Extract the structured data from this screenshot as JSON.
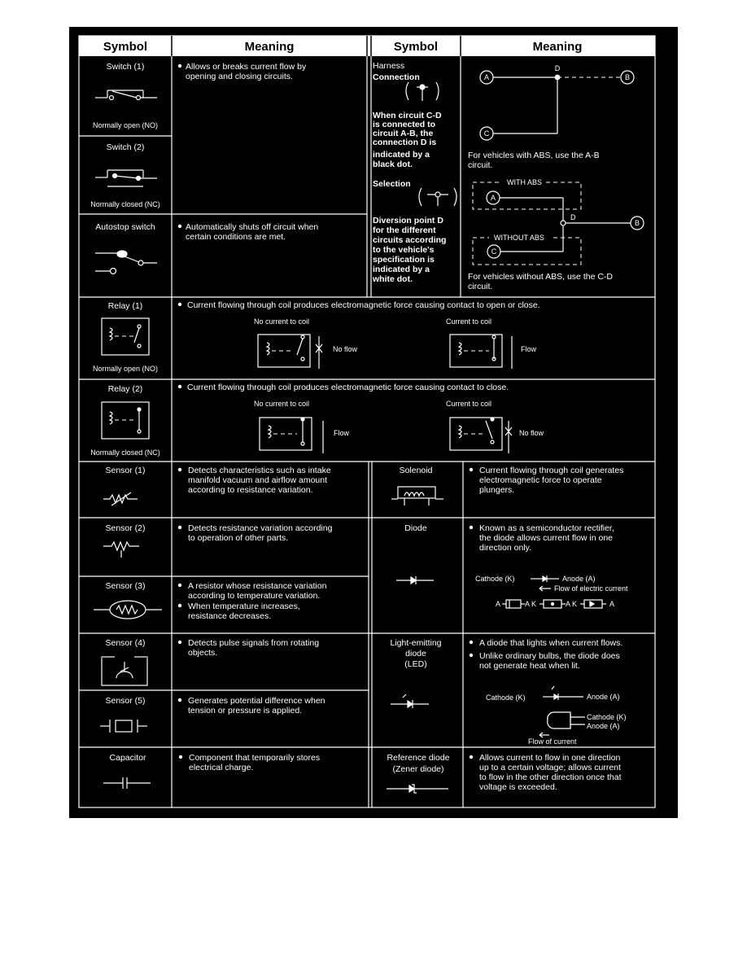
{
  "header": {
    "symbol": "Symbol",
    "meaning": "Meaning"
  },
  "switch1": {
    "title": "Switch (1)",
    "caption": "Normally open (NO)"
  },
  "switch2": {
    "title": "Switch (2)",
    "caption": "Normally closed (NC)"
  },
  "switch_meaning": [
    "Allows or breaks current flow by",
    "opening and closing circuits."
  ],
  "autostop": {
    "title": "Autostop switch",
    "meaning": [
      "Automatically shuts off circuit when",
      "certain conditions are met."
    ]
  },
  "harness": {
    "title": "Harness",
    "connection": "Connection",
    "connection_text": [
      "When circuit C-D",
      "is connected to",
      "circuit A-B, the",
      "connection D is",
      "indicated by a",
      "black dot."
    ],
    "selection": "Selection",
    "selection_text": [
      "Diversion point D",
      "for the different",
      "circuits according",
      "to the vehicle's",
      "specification is",
      "indicated by a",
      "white dot."
    ],
    "node_a": "A",
    "node_b": "B",
    "node_c": "C",
    "node_d": "D",
    "abs_text": [
      "For vehicles with ABS, use the A-B",
      "circuit."
    ],
    "with_abs": "WITH ABS",
    "without_abs": "WITHOUT ABS",
    "no_abs_text": [
      "For vehicles without ABS, use the C-D",
      "circuit."
    ]
  },
  "relay1": {
    "title": "Relay (1)",
    "caption": "Normally open (NO)",
    "meaning": "Current flowing through coil produces electromagnetic force causing contact to open or close.",
    "no_current": "No current to coil",
    "current": "Current to coil",
    "no_flow": "No flow",
    "flow": "Flow"
  },
  "relay2": {
    "title": "Relay (2)",
    "caption": "Normally closed (NC)",
    "meaning": "Current flowing through coil produces electromagnetic force causing contact to close.",
    "no_current": "No current to coil",
    "current": "Current to coil",
    "flow": "Flow",
    "no_flow": "No flow"
  },
  "sensor1": {
    "title": "Sensor (1)",
    "meaning": [
      "Detects characteristics such as intake",
      "manifold vacuum and airflow amount",
      "according to resistance variation."
    ]
  },
  "solenoid": {
    "title": "Solenoid",
    "meaning": [
      "Current flowing through coil generates",
      "electromagnetic force to operate",
      "plungers."
    ]
  },
  "sensor2": {
    "title": "Sensor (2)",
    "meaning": [
      "Detects resistance variation according",
      "to operation of other parts."
    ]
  },
  "diode": {
    "title": "Diode",
    "meaning": [
      "Known as a semiconductor rectifier,",
      "the diode allows current flow in one",
      "direction only."
    ],
    "cathode": "Cathode (K)",
    "anode": "Anode (A)",
    "flow": "Flow of electric current",
    "a": "A",
    "ak1": "A K",
    "ak2": "A K",
    "a2": "A"
  },
  "sensor3": {
    "title": "Sensor (3)",
    "meaning1": [
      "A resistor whose resistance variation",
      "according to temperature variation."
    ],
    "meaning2": [
      "When temperature increases,",
      "resistance decreases."
    ]
  },
  "sensor4": {
    "title": "Sensor (4)",
    "meaning": [
      "Detects pulse signals from rotating",
      "objects."
    ]
  },
  "led": {
    "title": [
      "Light-emitting",
      "diode",
      "(LED)"
    ],
    "meaning1": "A diode that lights when current flows.",
    "meaning2": [
      "Unlike ordinary bulbs, the diode does",
      "not generate heat when lit."
    ],
    "cathode": "Cathode (K)",
    "anode": "Anode (A)",
    "cathode2": "Cathode (K)",
    "anode2": "Anode (A)",
    "flow": "Flow of current"
  },
  "sensor5": {
    "title": "Sensor (5)",
    "meaning": [
      "Generates potential difference when",
      "tension or pressure is applied."
    ]
  },
  "capacitor": {
    "title": "Capacitor",
    "meaning": [
      "Component that temporarily stores",
      "electrical charge."
    ]
  },
  "zener": {
    "title": [
      "Reference diode",
      "(Zener diode)"
    ],
    "meaning": [
      "Allows current to flow in one direction",
      "up to a certain voltage; allows current",
      "to flow in the other direction once that",
      "voltage is exceeded."
    ]
  }
}
